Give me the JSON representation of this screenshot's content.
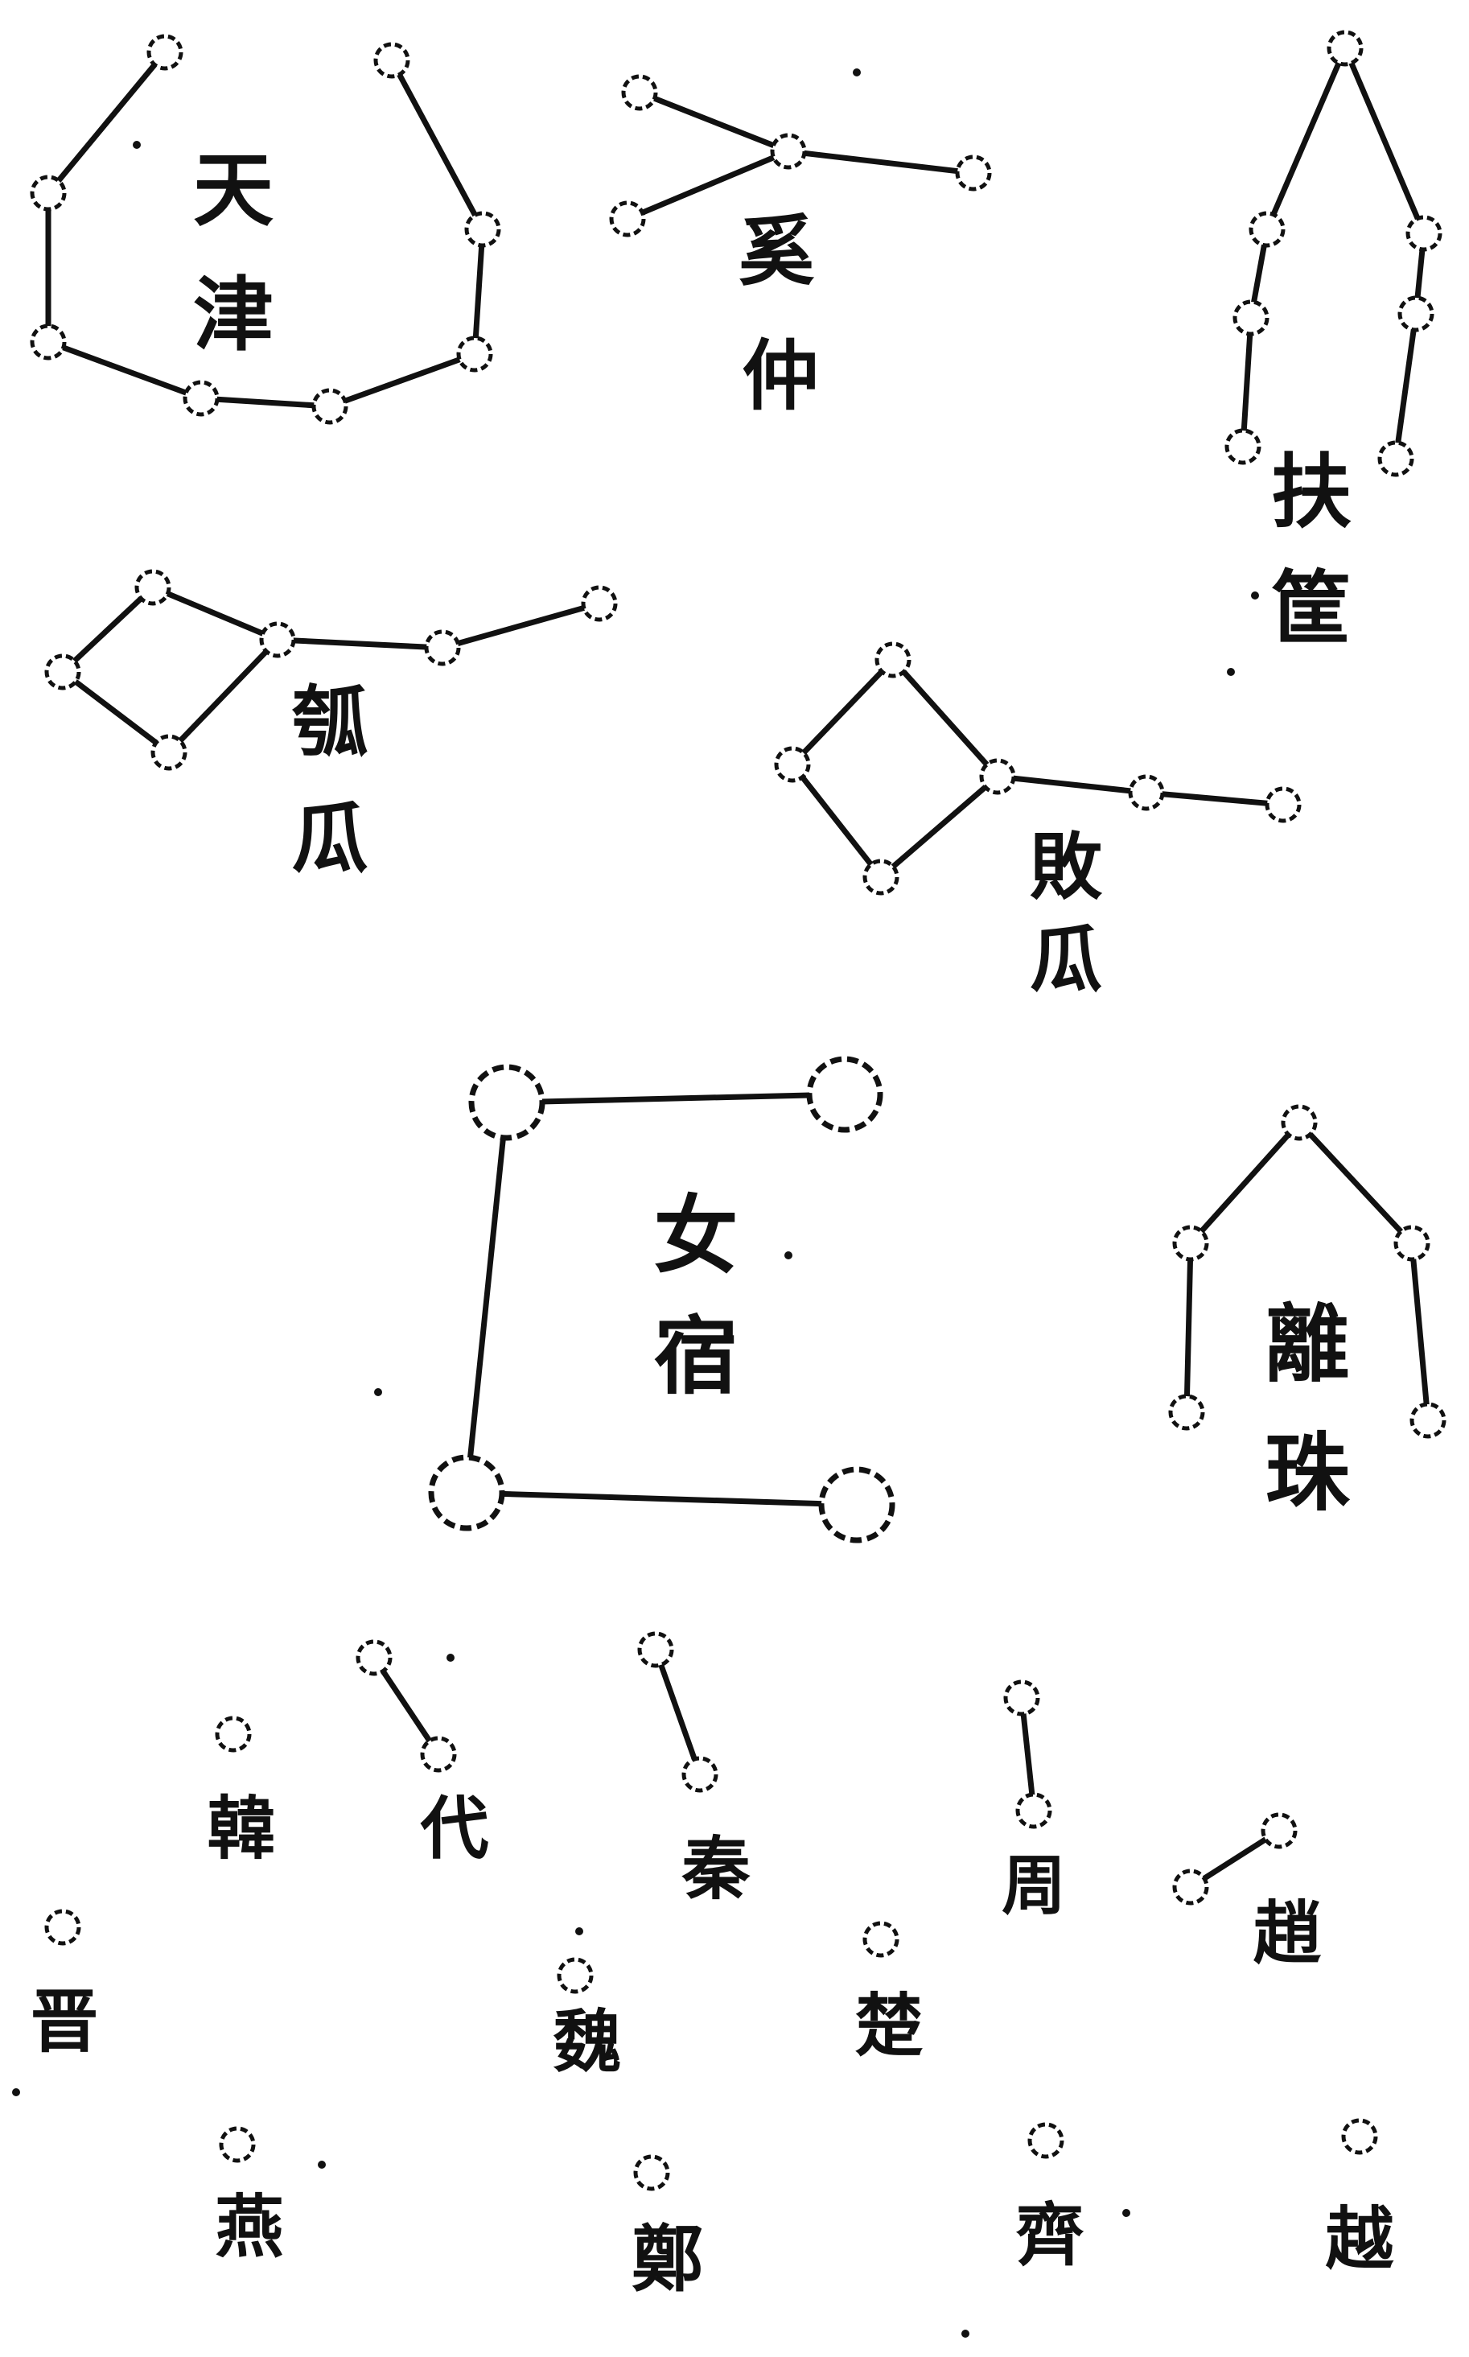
{
  "constellations": [
    {
      "id": "tianjin",
      "label": "天津"
    },
    {
      "id": "xizhong",
      "label": "奚仲"
    },
    {
      "id": "fukuang",
      "label": "扶筐"
    },
    {
      "id": "bagua",
      "label": "瓠瓜"
    },
    {
      "id": "baibai",
      "label": "敗瓜"
    },
    {
      "id": "nvsu",
      "label": "女宿"
    },
    {
      "id": "lizhu",
      "label": "離珠"
    },
    {
      "id": "han",
      "label": "韓"
    },
    {
      "id": "dai",
      "label": "代"
    },
    {
      "id": "qin",
      "label": "秦"
    },
    {
      "id": "zhou",
      "label": "周"
    },
    {
      "id": "zhao",
      "label": "趙"
    },
    {
      "id": "jin",
      "label": "晋"
    },
    {
      "id": "wei",
      "label": "魏"
    },
    {
      "id": "chu",
      "label": "楚"
    },
    {
      "id": "yan",
      "label": "燕"
    },
    {
      "id": "zheng",
      "label": "鄭"
    },
    {
      "id": "qi",
      "label": "齊"
    },
    {
      "id": "yue",
      "label": "越"
    }
  ]
}
